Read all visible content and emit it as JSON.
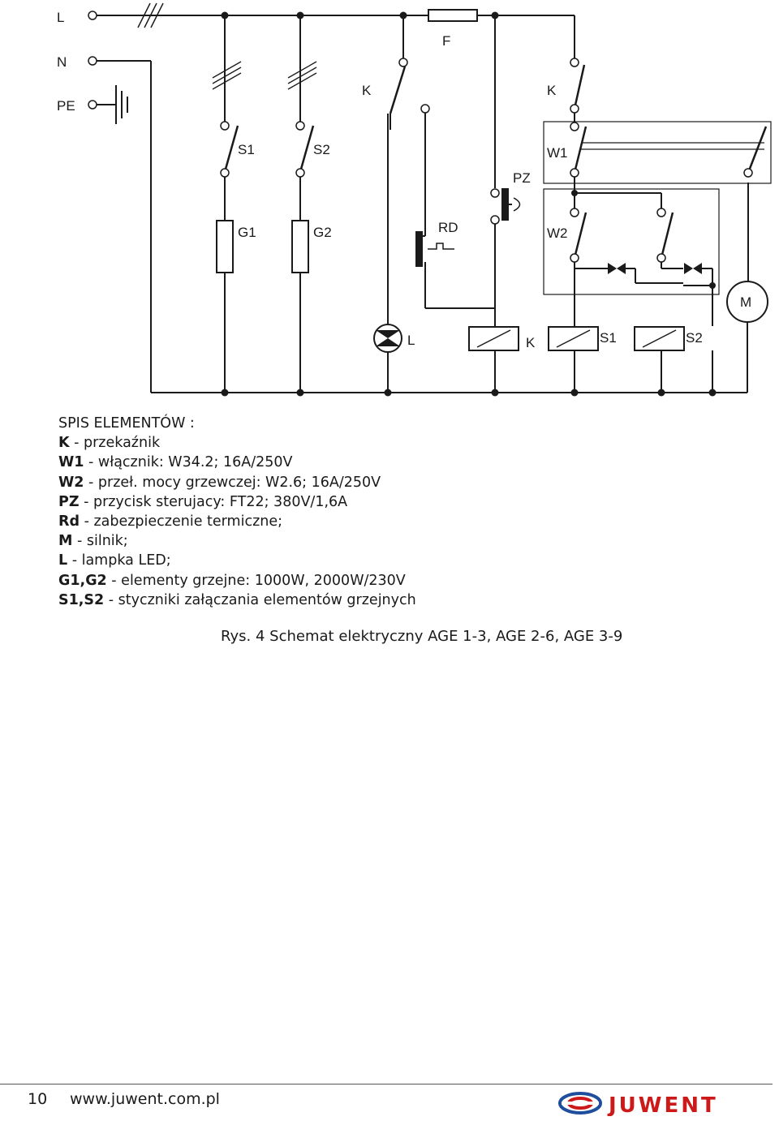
{
  "schematic": {
    "terminals": {
      "l": "L",
      "n": "N",
      "pe": "PE"
    },
    "fuse_label": "F",
    "relay_contact_1_label": "K",
    "relay_contact_2_label": "K",
    "contactor_s1_label": "S1",
    "contactor_s2_label": "S2",
    "heater_g1_label": "G1",
    "heater_g2_label": "G2",
    "thermal_label": "RD",
    "pushbutton_label": "PZ",
    "switch_w1_label": "W1",
    "switch_w2_label": "W2",
    "motor_label": "M",
    "lamp_label": "L",
    "coil_k_label": "K",
    "coil_s1_label": "S1",
    "coil_s2_label": "S2"
  },
  "legend": {
    "title": "SPIS ELEMENTÓW :",
    "items": [
      {
        "code": "K",
        "desc": " - przekaźnik"
      },
      {
        "code": "W1",
        "desc": " - włącznik: W34.2; 16A/250V"
      },
      {
        "code": "W2",
        "desc": " - przeł. mocy grzewczej: W2.6; 16A/250V"
      },
      {
        "code": "PZ",
        "desc": " - przycisk sterujacy: FT22; 380V/1,6A"
      },
      {
        "code": "Rd",
        "desc": " - zabezpieczenie termiczne;"
      },
      {
        "code": "M",
        "desc": " - silnik;"
      },
      {
        "code": "L",
        "desc": " - lampka LED;"
      },
      {
        "code": "G1,G2",
        "desc": " - elementy grzejne: 1000W, 2000W/230V"
      },
      {
        "code": "S1,S2",
        "desc": " - styczniki załączania elementów grzejnych"
      }
    ]
  },
  "caption": "Rys. 4 Schemat elektryczny AGE 1-3, AGE 2-6, AGE 3-9",
  "footer": {
    "page_number": "10",
    "website": "www.juwent.com.pl",
    "logo_text": "JUWENT",
    "brand_color": "#cc1a1a",
    "logo_blue": "#1f4e9c"
  }
}
